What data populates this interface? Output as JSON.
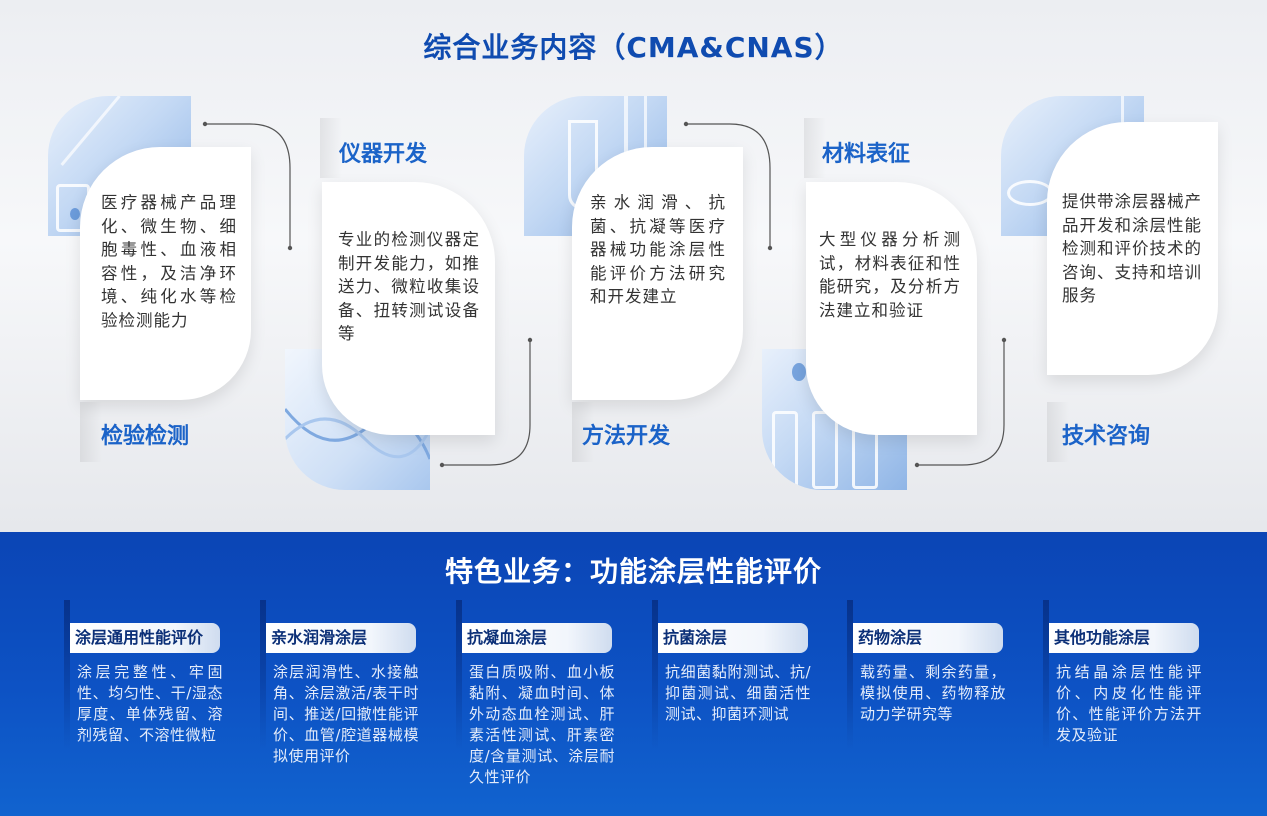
{
  "top_title": "综合业务内容（CMA&CNAS）",
  "services": [
    {
      "label": "检验检测",
      "text": "医疗器械产品理化、微生物、细胞毒性、血液相容性，及洁净环境、纯化水等检验检测能力",
      "image_icon": "pipette-photo"
    },
    {
      "label": "仪器开发",
      "text": "专业的检测仪器定制开发能力，如推送力、微粒收集设备、扭转测试设备等",
      "image_icon": "dna-photo"
    },
    {
      "label": "方法开发",
      "text": "亲水润滑、抗菌、抗凝等医疗器械功能涂层性能评价方法研究和开发建立",
      "image_icon": "flask-photo"
    },
    {
      "label": "材料表征",
      "text": "大型仪器分析测试，材料表征和性能研究，及分析方法建立和验证",
      "image_icon": "test-tubes-photo"
    },
    {
      "label": "技术咨询",
      "text": "提供带涂层器械产品开发和涂层性能检测和评价技术的咨询、支持和培训服务",
      "image_icon": "petri-dish-photo"
    }
  ],
  "bottom_title": "特色业务：功能涂层性能评价",
  "features": [
    {
      "title": "涂层通用性能评价",
      "text": "涂层完整性、牢固性、均匀性、干/湿态厚度、单体残留、溶剂残留、不溶性微粒"
    },
    {
      "title": "亲水润滑涂层",
      "text": "涂层润滑性、水接触角、涂层激活/表干时间、推送/回撤性能评价、血管/腔道器械模拟使用评价"
    },
    {
      "title": "抗凝血涂层",
      "text": "蛋白质吸附、血小板黏附、凝血时间、体外动态血栓测试、肝素活性测试、肝素密度/含量测试、涂层耐久性评价"
    },
    {
      "title": "抗菌涂层",
      "text": "抗细菌黏附测试、抗/抑菌测试、细菌活性测试、抑菌环测试"
    },
    {
      "title": "药物涂层",
      "text": "载药量、剩余药量，模拟使用、药物释放动力学研究等"
    },
    {
      "title": "其他功能涂层",
      "text": "抗结晶涂层性能评价、内皮化性能评价、性能评价方法开发及验证"
    }
  ],
  "colors": {
    "primary": "#0d52c4",
    "label_blue": "#1b63c8",
    "title_blue": "#0f4bb0"
  }
}
